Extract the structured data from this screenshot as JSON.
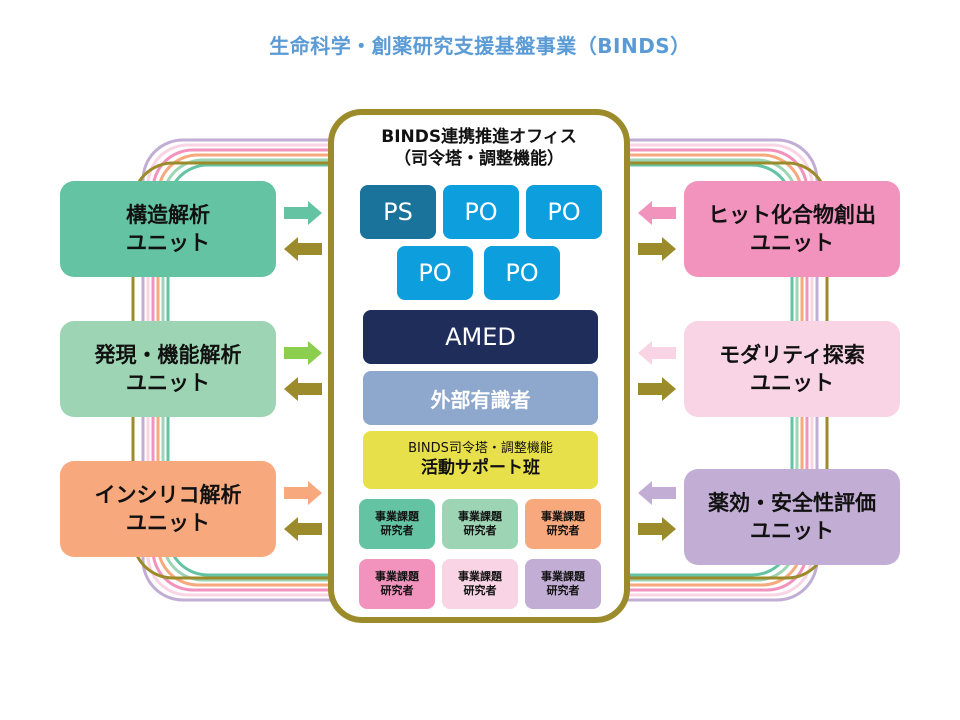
{
  "title": "生命科学・創薬研究支援基盤事業（BINDS）",
  "colors": {
    "olive": "#9c8b2b",
    "structure": "#63c3a3",
    "expression": "#9dd5b4",
    "insilico": "#f7a87c",
    "hit": "#f293be",
    "modality": "#f9d4e5",
    "safety": "#c2aed4",
    "ps": "#1a739b",
    "po": "#0d9fdd",
    "amed": "#1f2d5a",
    "experts": "#8ea7cc",
    "support": "#e8e04a",
    "expression_arrow": "#8ccf4f"
  },
  "office": {
    "title": "BINDS連携推進オフィス",
    "subtitle": "（司令塔・調整機能）",
    "ps_label": "PS",
    "po_labels": [
      "PO",
      "PO",
      "PO",
      "PO"
    ],
    "amed": "AMED",
    "experts": "外部有識者",
    "support_line1": "BINDS司令塔・調整機能",
    "support_line2": "活動サポート班",
    "researchers": [
      {
        "line1": "事業課題",
        "line2": "研究者"
      },
      {
        "line1": "事業課題",
        "line2": "研究者"
      },
      {
        "line1": "事業課題",
        "line2": "研究者"
      },
      {
        "line1": "事業課題",
        "line2": "研究者"
      },
      {
        "line1": "事業課題",
        "line2": "研究者"
      },
      {
        "line1": "事業課題",
        "line2": "研究者"
      }
    ]
  },
  "units": {
    "left": [
      {
        "line1": "構造解析",
        "line2": "ユニット"
      },
      {
        "line1": "発現・機能解析",
        "line2": "ユニット"
      },
      {
        "line1": "インシリコ解析",
        "line2": "ユニット"
      }
    ],
    "right": [
      {
        "line1": "ヒット化合物創出",
        "line2": "ユニット"
      },
      {
        "line1": "モダリティ探索",
        "line2": "ユニット"
      },
      {
        "line1": "薬効・安全性評価",
        "line2": "ユニット"
      }
    ]
  }
}
